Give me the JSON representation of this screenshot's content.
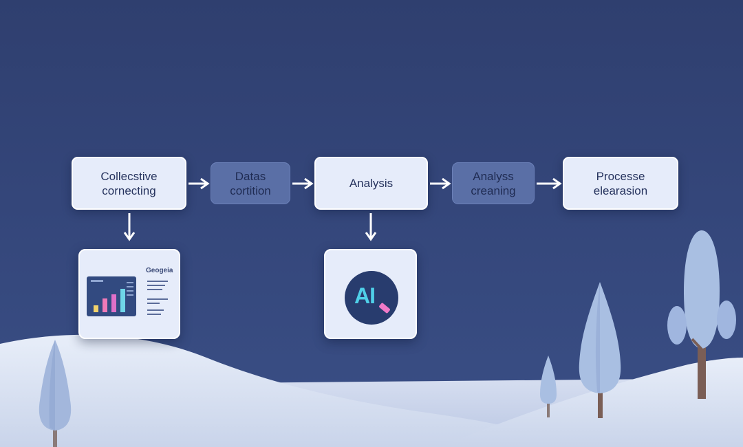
{
  "flow": {
    "steps": [
      {
        "line1": "Collecstive",
        "line2": "cornecting"
      },
      {
        "line1": "Datas",
        "line2": "cortition"
      },
      {
        "line1": "Analysis",
        "line2": ""
      },
      {
        "line1": "Analyss",
        "line2": "creaning"
      },
      {
        "line1": "Processe",
        "line2": "elearasion"
      }
    ]
  },
  "dashboard_panel": {
    "label": "Geogeia",
    "bar_colors": [
      "#f2d26b",
      "#f07ab8",
      "#e070c8",
      "#6fd6e8"
    ],
    "bar_levels": [
      0.3,
      0.6,
      0.75,
      1.0
    ]
  },
  "ai_panel": {
    "badge_text": "AI",
    "badge_color": "#4fd0e8",
    "magnifier_color": "#f07ac8"
  },
  "colors": {
    "background": "#34467a",
    "box_light": "#e6ecfa",
    "box_dark": "#5a6fa6",
    "snow": "#dfe6f4",
    "tree": "#a9bfe2"
  }
}
